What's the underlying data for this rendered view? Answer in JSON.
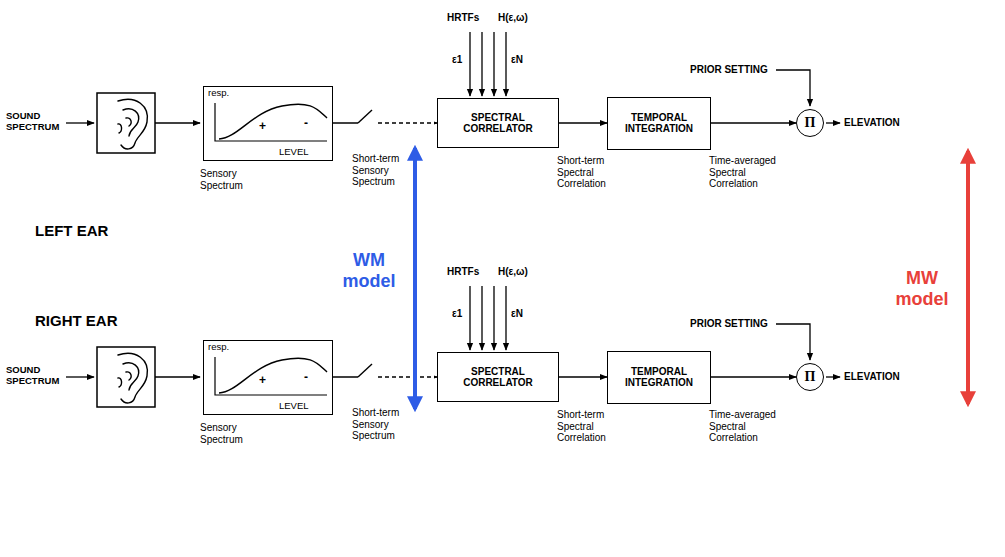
{
  "diagram": {
    "nodes": [
      {
        "text": [
          "resp.",
          "+",
          "-",
          "LEVEL"
        ]
      },
      {
        "text": [
          "SPECTRAL CORRELATOR"
        ]
      },
      {
        "text": [
          "TEMPORAL INTEGRATION"
        ]
      },
      {
        "text": [
          "Π"
        ]
      },
      {
        "text": [
          "resp.",
          "+",
          "-",
          "LEVEL"
        ]
      },
      {
        "text": [
          "SPECTRAL CORRELATOR"
        ]
      },
      {
        "text": [
          "TEMPORAL INTEGRATION"
        ]
      },
      {
        "text": [
          "Π"
        ]
      }
    ],
    "edges": [
      {
        "from": 0,
        "to": 1,
        "arrow": "to"
      },
      {
        "from": 1,
        "to": 2,
        "arrow": "to"
      },
      {
        "from": 2,
        "to": 3,
        "arrow": "to"
      },
      {
        "from": 4,
        "to": 5,
        "arrow": "to"
      },
      {
        "from": 5,
        "to": 6,
        "arrow": "to"
      },
      {
        "from": 6,
        "to": 7,
        "arrow": "to"
      }
    ],
    "labels": [
      "SOUND SPECTRUM",
      "Sensory Spectrum",
      "Short-term Sensory Spectrum",
      "HRTFs",
      "H(ε,ω)",
      "ε1",
      "εN",
      "Short-term Spectral Correlation",
      "Time-averaged Spectral Correlation",
      "PRIOR SETTING",
      "ELEVATION",
      "LEFT EAR",
      "WM model",
      "MW model",
      "RIGHT EAR",
      "SOUND SPECTRUM",
      "Sensory Spectrum",
      "Short-term Sensory Spectrum",
      "HRTFs",
      "H(ε,ω)",
      "ε1",
      "εN",
      "Short-term Spectral Correlation",
      "Time-averaged Spectral Correlation",
      "PRIOR SETTING",
      "ELEVATION"
    ]
  }
}
